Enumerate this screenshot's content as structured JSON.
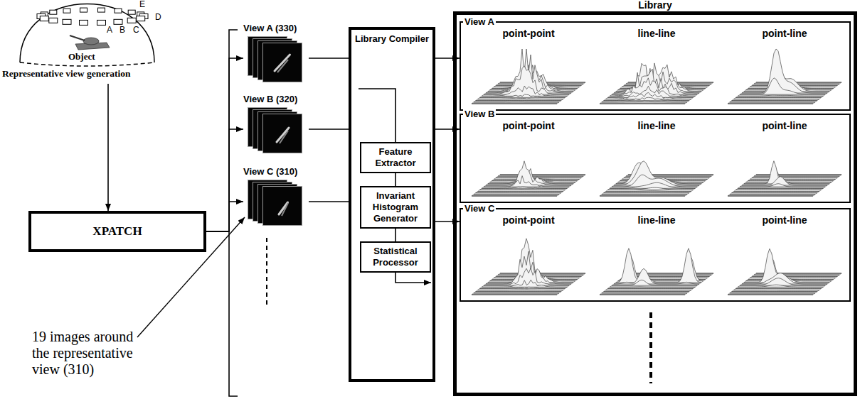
{
  "diagram": {
    "nodes": [
      {
        "text": [
          "Representative view generation"
        ]
      },
      {
        "text": [
          "XPATCH"
        ]
      },
      {
        "text": [
          "View A (330)"
        ]
      },
      {
        "text": [
          "View B (320)"
        ]
      },
      {
        "text": [
          "View C (310)"
        ]
      },
      {
        "text": [
          "Library Compiler"
        ]
      },
      {
        "text": [
          "Feature Extractor"
        ],
        "in": 5
      },
      {
        "text": [
          "Invariant Histogram Generator"
        ],
        "in": 5
      },
      {
        "text": [
          "Statistical Processor"
        ],
        "in": 5
      },
      {
        "text": [
          "Library"
        ]
      },
      {
        "text": [
          "View A",
          "point-point",
          "line-line",
          "point-line"
        ],
        "in": 9
      },
      {
        "text": [
          "View B",
          "point-point",
          "line-line",
          "point-line"
        ],
        "in": 9
      },
      {
        "text": [
          "View C",
          "point-point",
          "line-line",
          "point-line"
        ],
        "in": 9
      }
    ],
    "edges": [
      {
        "from": 0,
        "to": 1,
        "arrow": "to"
      },
      {
        "from": 1,
        "to": 2,
        "arrow": "to"
      },
      {
        "from": 1,
        "to": 3,
        "arrow": "to"
      },
      {
        "from": 1,
        "to": 4,
        "arrow": "to"
      },
      {
        "from": 2,
        "to": 5,
        "arrow": "none"
      },
      {
        "from": 3,
        "to": 5,
        "arrow": "none"
      },
      {
        "from": 4,
        "to": 5,
        "arrow": "none"
      },
      {
        "from": 5,
        "to": 10,
        "arrow": "to"
      },
      {
        "from": 5,
        "to": 11,
        "arrow": "to"
      },
      {
        "from": 5,
        "to": 12,
        "arrow": "to"
      }
    ],
    "labels": [
      "E",
      "D",
      "A",
      "B",
      "C",
      "Object",
      "19 images around the representative view (310)"
    ]
  }
}
